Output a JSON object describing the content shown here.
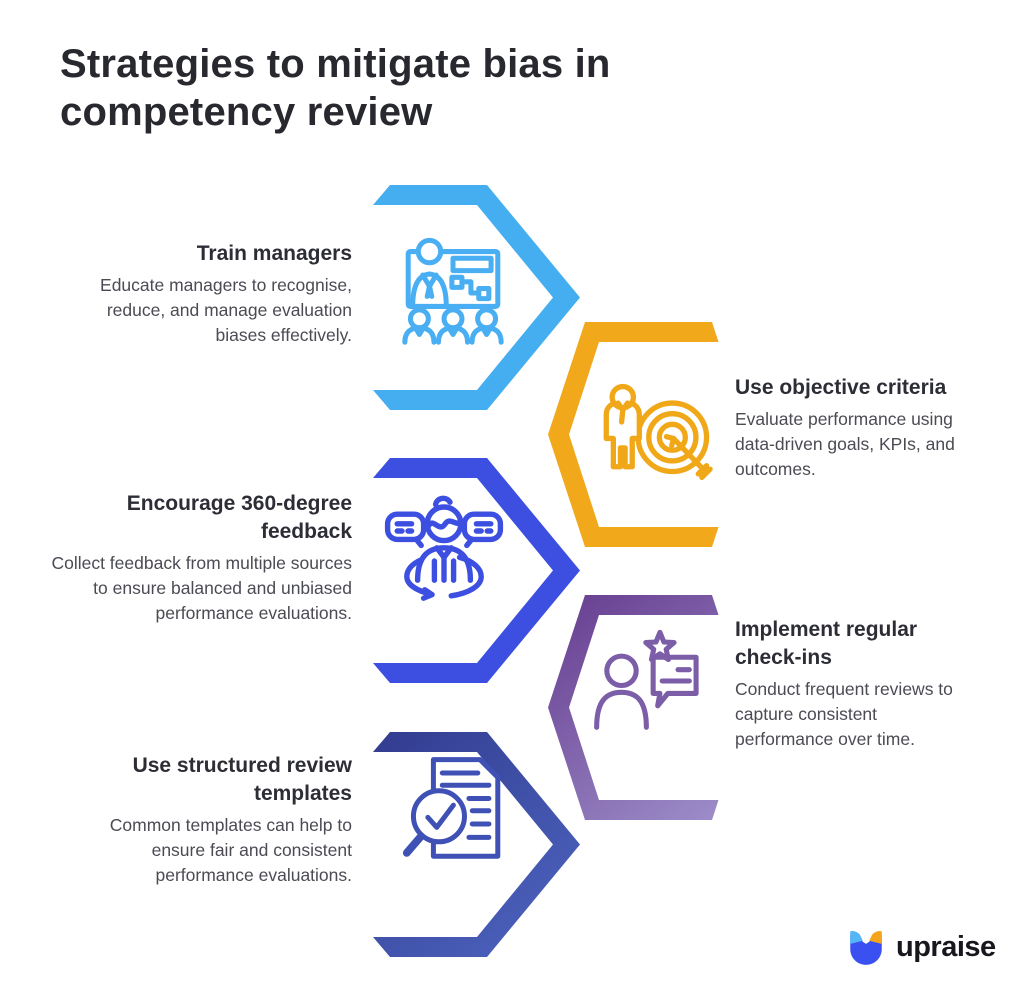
{
  "title": {
    "text": "Strategies to mitigate bias in competency review"
  },
  "steps": [
    {
      "title": "Train managers",
      "body": "Educate managers to recognise, reduce, and manage evaluation biases effectively.",
      "side": "left",
      "hex_color": "#45AEF1",
      "icon_color": "#4AAFF2",
      "icon": "train-managers-icon"
    },
    {
      "title": "Use objective criteria",
      "body": "Evaluate performance using data-driven goals, KPIs, and outcomes.",
      "side": "right",
      "hex_color": "#F2A81B",
      "icon_color": "#F0A818",
      "icon": "objective-criteria-icon"
    },
    {
      "title": "Encourage 360-degree feedback",
      "body": "Collect feedback from multiple sources to ensure balanced and unbiased performance evaluations.",
      "side": "left",
      "hex_color": "#3C4FE0",
      "icon_color": "#3D4FE0",
      "icon": "feedback-360-icon"
    },
    {
      "title": "Implement regular check-ins",
      "body": "Conduct frequent reviews to capture consistent performance over time.",
      "side": "right",
      "hex_color_start": "#663C8F",
      "hex_color_end": "#9D8DC9",
      "icon_color": "#7B5EA7",
      "icon": "regular-checkins-icon"
    },
    {
      "title": "Use structured review templates",
      "body": "Common templates can help to ensure fair and consistent performance evaluations.",
      "side": "left",
      "hex_color_start": "#323C8F",
      "hex_color_end": "#4E66C2",
      "icon_color": "#3F51B5",
      "icon": "structured-templates-icon"
    }
  ],
  "logo": {
    "text": "upraise",
    "mark_body_color": "#3A50F0",
    "mark_left_ear_color": "#55B6F6",
    "mark_right_ear_color": "#F5A51D"
  }
}
